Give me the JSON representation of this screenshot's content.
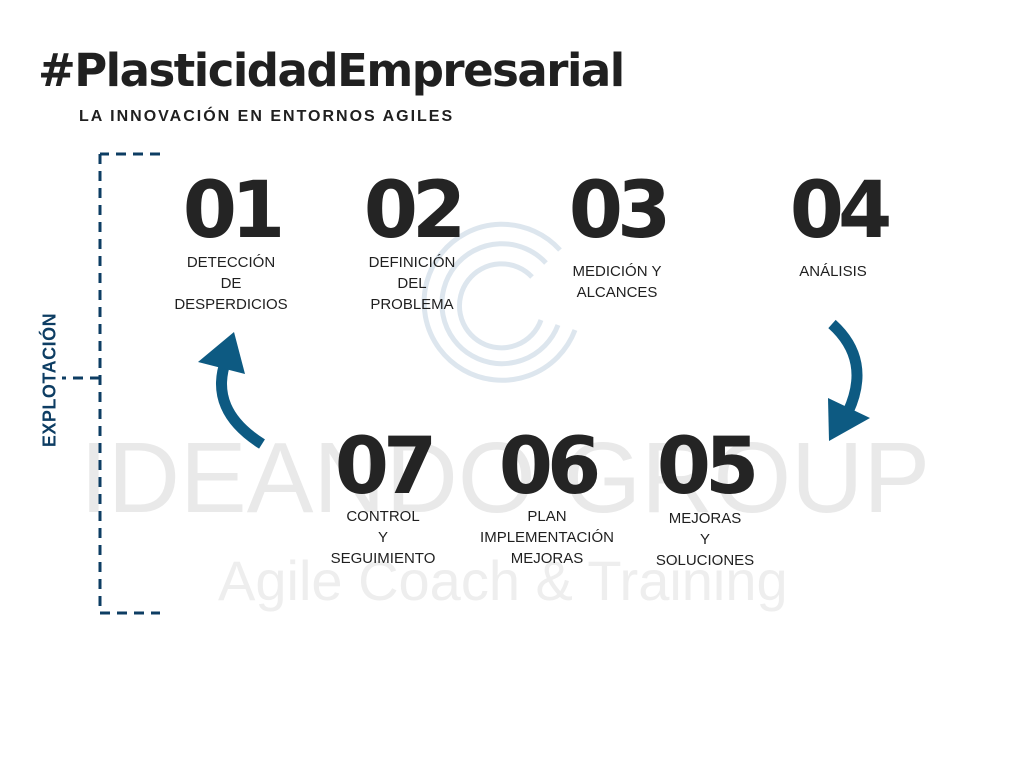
{
  "header": {
    "title": "#PlasticidadEmpresarial",
    "subtitle": "LA INNOVACIÓN EN ENTORNOS AGILES"
  },
  "side_label": "EXPLOTACIÓN",
  "steps": [
    {
      "number": "01",
      "label": "DETECCIÓN\nDE\nDESPERDICIOS"
    },
    {
      "number": "02",
      "label": "DEFINICIÓN\nDEL\nPROBLEMA"
    },
    {
      "number": "03",
      "label": "MEDICIÓN Y\nALCANCES"
    },
    {
      "number": "04",
      "label": "ANÁLISIS"
    },
    {
      "number": "05",
      "label": "MEJORAS\nY\nSOLUCIONES"
    },
    {
      "number": "06",
      "label": "PLAN\nIMPLEMENTACIÓN\nMEJORAS"
    },
    {
      "number": "07",
      "label": "CONTROL\nY\nSEGUIMIENTO"
    }
  ],
  "watermark": {
    "brand": "IDEANDO GROUP",
    "tagline": "Agile Coach & Training"
  },
  "colors": {
    "accent": "#0d5a82",
    "bracket": "#0d3d63",
    "text": "#202020"
  }
}
